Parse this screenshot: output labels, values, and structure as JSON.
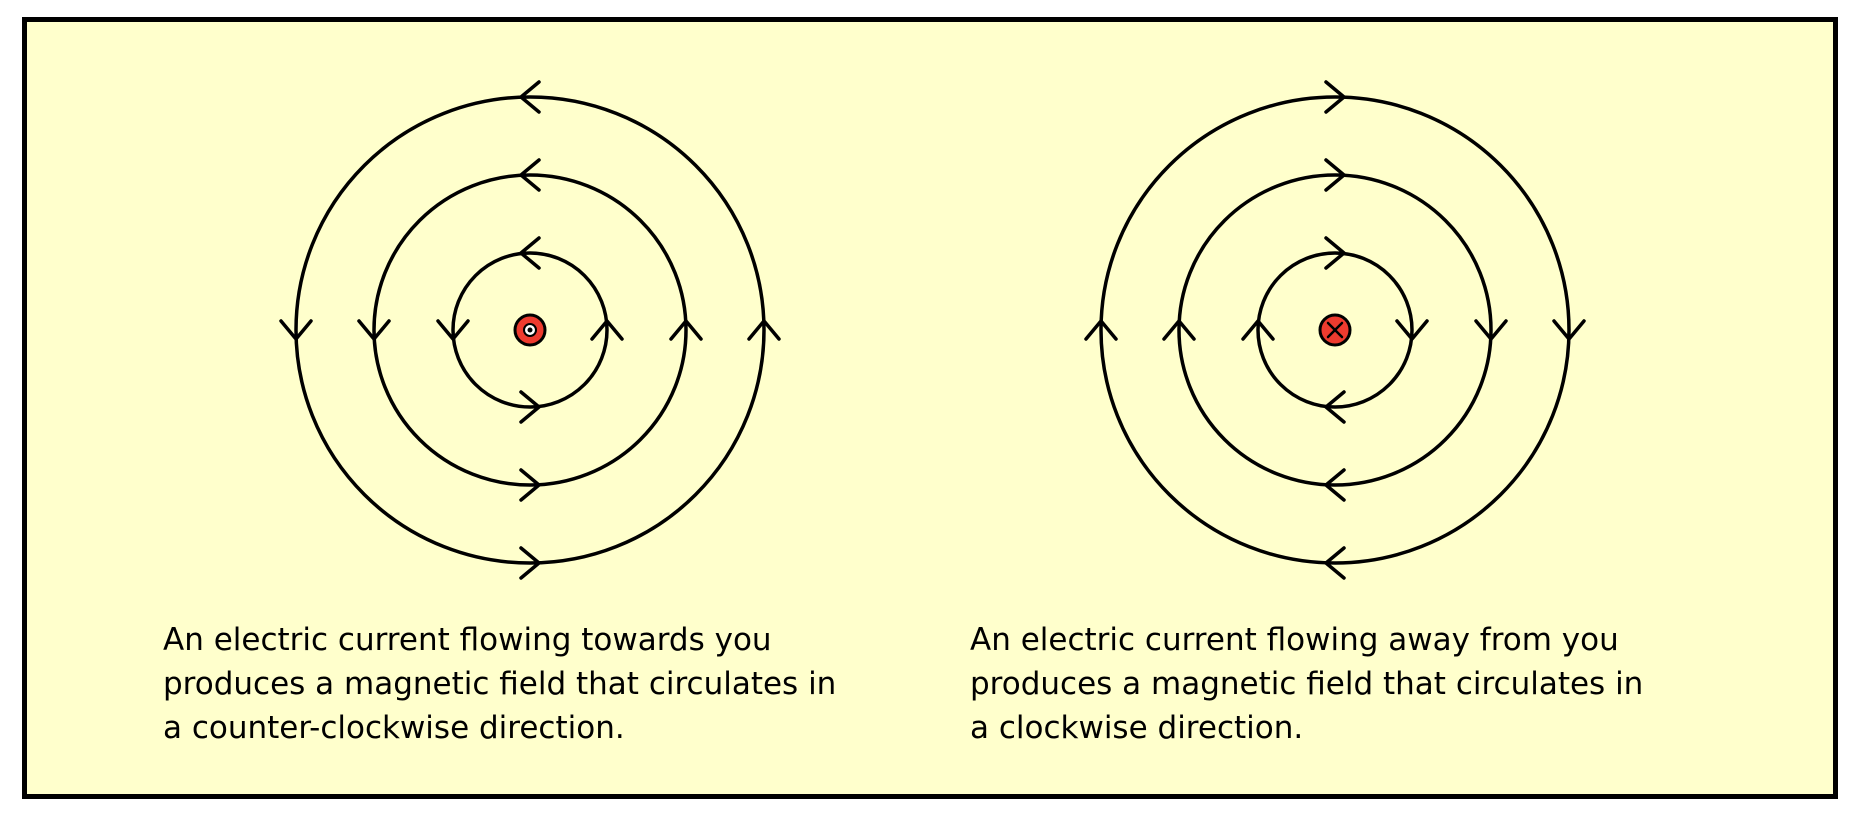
{
  "colors": {
    "background": "#ffffcc",
    "border": "#000000",
    "line": "#000000",
    "wire": "#ee3b2f"
  },
  "diagrams": [
    {
      "id": "left",
      "wire_symbol": "dot-icon",
      "field_direction": "counter-clockwise",
      "caption": "An electric current flowing towards you\nproduces a magnetic field that circulates in\na counter-clockwise direction."
    },
    {
      "id": "right",
      "wire_symbol": "cross-icon",
      "field_direction": "clockwise",
      "caption": "An electric current flowing away from you\nproduces a magnetic field that circulates in\na clockwise direction."
    }
  ]
}
